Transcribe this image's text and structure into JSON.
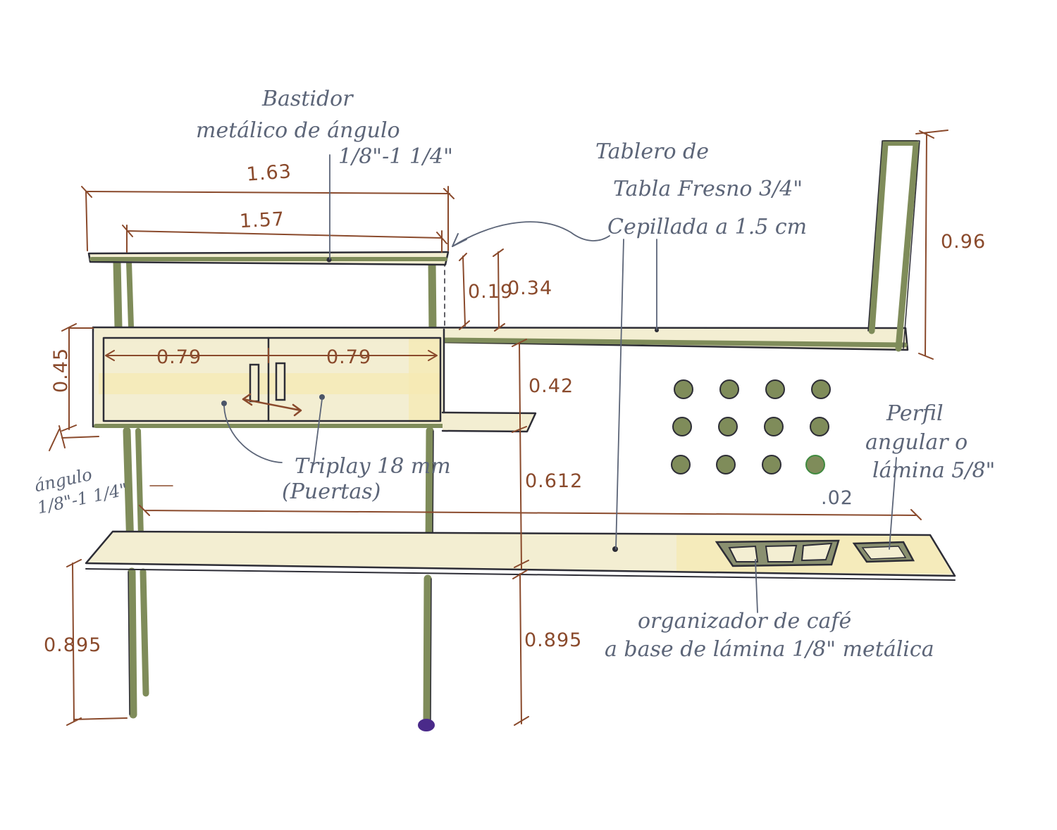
{
  "notes": {
    "frame_line1": "Bastidor",
    "frame_line2": "metálico de ángulo",
    "frame_line3": "1/8\"-1 1/4\"",
    "board_line1": "Tablero de",
    "board_line2": "Tabla Fresno 3/4\"",
    "board_line3": "Cepillada a 1.5 cm",
    "triplay_line1": "Triplay 18 mm",
    "triplay_line2": "(Puertas)",
    "profile_line1": "Perfil",
    "profile_line2": "angular o",
    "profile_line3": "lámina 5/8\"",
    "angle_line1": "ángulo",
    "angle_line2": "1/8\"-1 1/4\"",
    "organizer_line1": "organizador de café",
    "organizer_line2": "a base de lámina 1/8\" metálica"
  },
  "dimensions": {
    "top_width_outer": "1.63",
    "top_width_inner": "1.57",
    "upper_gap_small": "0.19",
    "upper_gap_large": "0.34",
    "side_post_height": "0.96",
    "cabinet_height": "0.45",
    "cabinet_door_left": "0.79",
    "cabinet_door_right": "0.79",
    "shelf_gap_mid": "0.42",
    "shelf_gap_low": "0.612",
    "counter_height_left": "0.895",
    "counter_height_right": "0.895",
    "profile_offset": ".02"
  },
  "colors": {
    "frame": "#7f8c5a",
    "wood": "#f3eed2",
    "dimension_ink": "#8a4a2c",
    "note_ink": "#5c6578",
    "outline_ink": "#2d2d36"
  }
}
